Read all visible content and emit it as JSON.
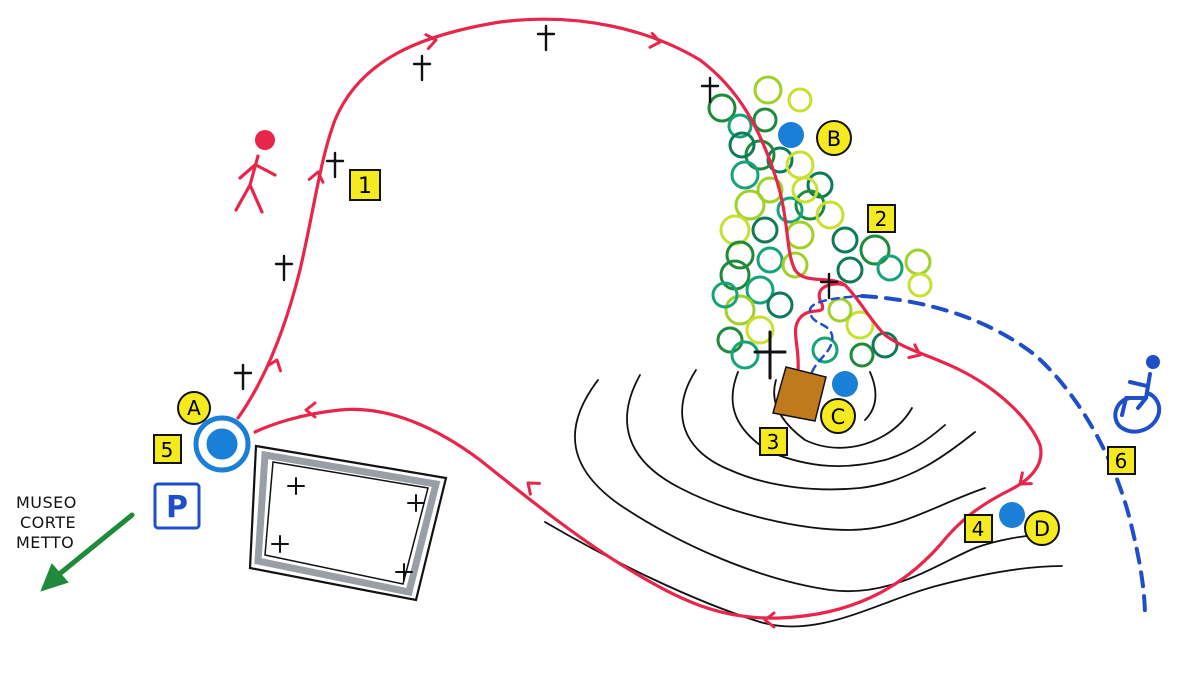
{
  "colors": {
    "route": "#e8254a",
    "access_route": "#1f4fc8",
    "marker_fill": "#f5ea1e",
    "point_blue": "#1a7fd6",
    "parking": "#1f4fc8",
    "contour": "#111111",
    "arrow_green": "#1e8a3a",
    "walker": "#e8254a",
    "building": "#c07a1c",
    "plot_border": "#9a9fa6",
    "tree_colors": [
      "#1e8a3a",
      "#16a37a",
      "#9fd12a",
      "#c9e030",
      "#0e7a5a"
    ]
  },
  "stops": [
    {
      "id": "stop-1",
      "label": "1"
    },
    {
      "id": "stop-2",
      "label": "2"
    },
    {
      "id": "stop-3",
      "label": "3"
    },
    {
      "id": "stop-4",
      "label": "4"
    },
    {
      "id": "stop-5",
      "label": "5"
    },
    {
      "id": "stop-6",
      "label": "6"
    }
  ],
  "points": [
    {
      "id": "point-a",
      "label": "A"
    },
    {
      "id": "point-b",
      "label": "B"
    },
    {
      "id": "point-c",
      "label": "C"
    },
    {
      "id": "point-d",
      "label": "D"
    }
  ],
  "parking_label": "P",
  "museum_label": {
    "line1": "Museo",
    "line2": "Corte",
    "line3": "Metto"
  },
  "icons": {
    "walker": "pedestrian-icon",
    "wheelchair": "wheelchair-icon",
    "parking": "parking-icon",
    "start": "start-point-icon",
    "cross": "cross-icon",
    "direction": "green-arrow-icon"
  }
}
